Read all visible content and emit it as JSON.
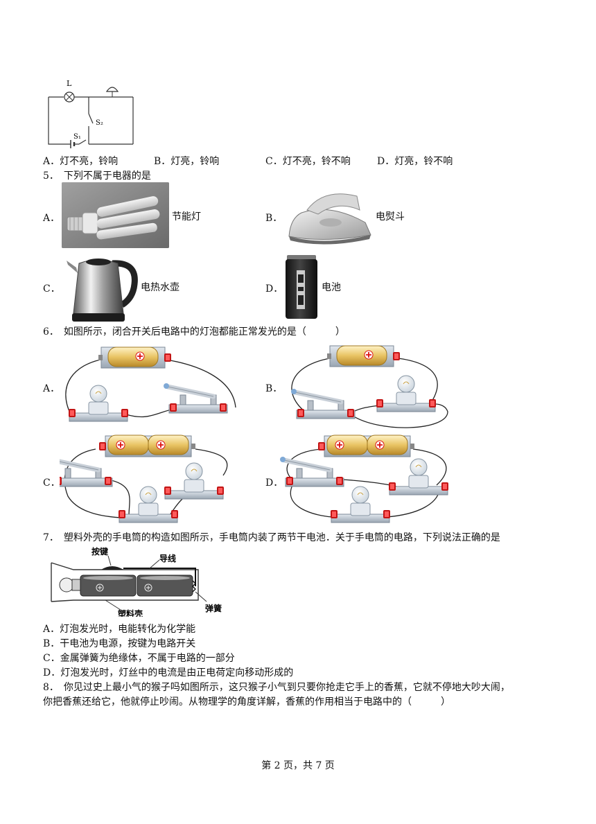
{
  "q4": {
    "diagram_labels": {
      "lamp": "L",
      "switch2": "S₂",
      "switch1": "S₁"
    },
    "options": [
      {
        "letter": "A．",
        "text": "灯不亮，铃响"
      },
      {
        "letter": "B．",
        "text": "灯亮，铃响"
      },
      {
        "letter": "C．",
        "text": "灯不亮，铃不响"
      },
      {
        "letter": "D．",
        "text": "灯亮，铃不响"
      }
    ]
  },
  "q5": {
    "stem": "5．　下列不属于电器的是",
    "options": [
      {
        "letter": "A．",
        "label": "节能灯"
      },
      {
        "letter": "B．",
        "label": "电熨斗"
      },
      {
        "letter": "C．",
        "label": "电热水壶"
      },
      {
        "letter": "D．",
        "label": "电池"
      }
    ]
  },
  "q6": {
    "stem": "6．　如图所示，闭合开关后电路中的灯泡都能正常发光的是（　　　）",
    "options": [
      "A．",
      "B．",
      "C．",
      "D．"
    ],
    "plus_sign": "⊕"
  },
  "q7": {
    "stem": "7．　塑料外壳的手电筒的构造如图所示，手电筒内装了两节干电池．关于手电筒的电路，下列说法正确的是",
    "diagram_labels": {
      "button": "按键",
      "wire": "导线",
      "spring": "弹簧",
      "shell": "塑料壳"
    },
    "options": [
      "A．灯泡发光时，电能转化为化学能",
      "B．干电池为电源，按键为电路开关",
      "C．金属弹簧为绝缘体，不属于电路的一部分",
      "D．灯泡发光时，灯丝中的电流是由正电荷定向移动形成的"
    ]
  },
  "q8": {
    "line1": "8．　你见过史上最小气的猴子吗如图所示，这只猴子小气到只要你抢走它手上的香蕉，它就不停地大吵大闹，",
    "line2": "你把香蕉还给它，他就停止吵闹。从物理学的角度详解，香蕉的作用相当于电路中的（　　　）"
  },
  "footer": "第 2 页，共 7 页"
}
